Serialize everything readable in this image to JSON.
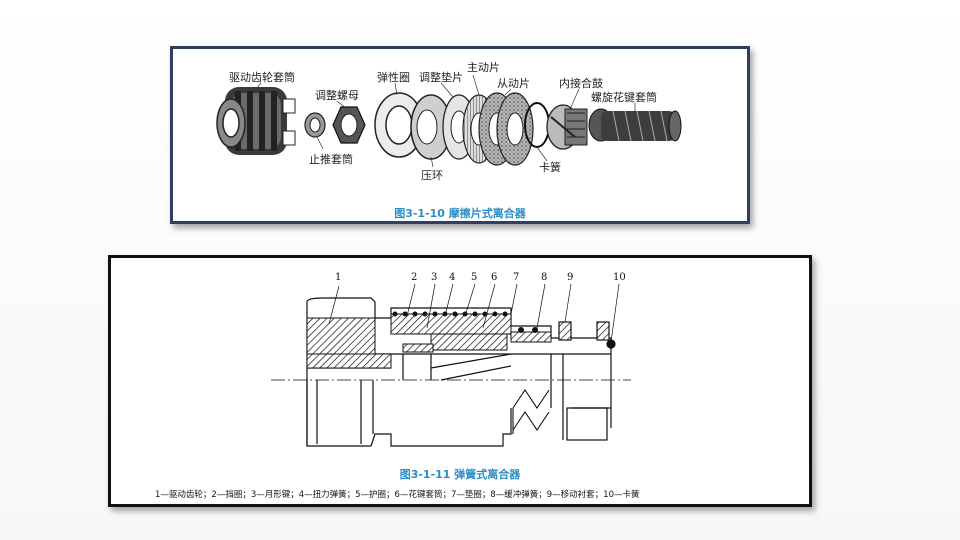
{
  "figure1": {
    "caption": "图3-1-10   摩擦片式离合器",
    "labels": {
      "drive_gear_sleeve": "驱动齿轮套筒",
      "adjust_nut": "调整螺母",
      "thrust_sleeve": "止推套筒",
      "elastic_ring": "弹性圈",
      "adjust_shim": "调整垫片",
      "drive_plate": "主动片",
      "driven_plate": "从动片",
      "inner_hub": "内接合鼓",
      "spline_sleeve": "螺旋花键套筒",
      "pressure_ring": "压环",
      "snap_spring": "卡簧"
    }
  },
  "figure2": {
    "caption": "图3-1-11   弹簧式离合器",
    "callouts": [
      "1",
      "2",
      "3",
      "4",
      "5",
      "6",
      "7",
      "8",
      "9",
      "10"
    ],
    "legend": "1—驱动齿轮；2—挡圈；3—月形键；4—扭力弹簧；5—护圈；6—花键套筒；7—垫圈；8—缓冲弹簧；9—移动衬套；10—卡簧"
  }
}
